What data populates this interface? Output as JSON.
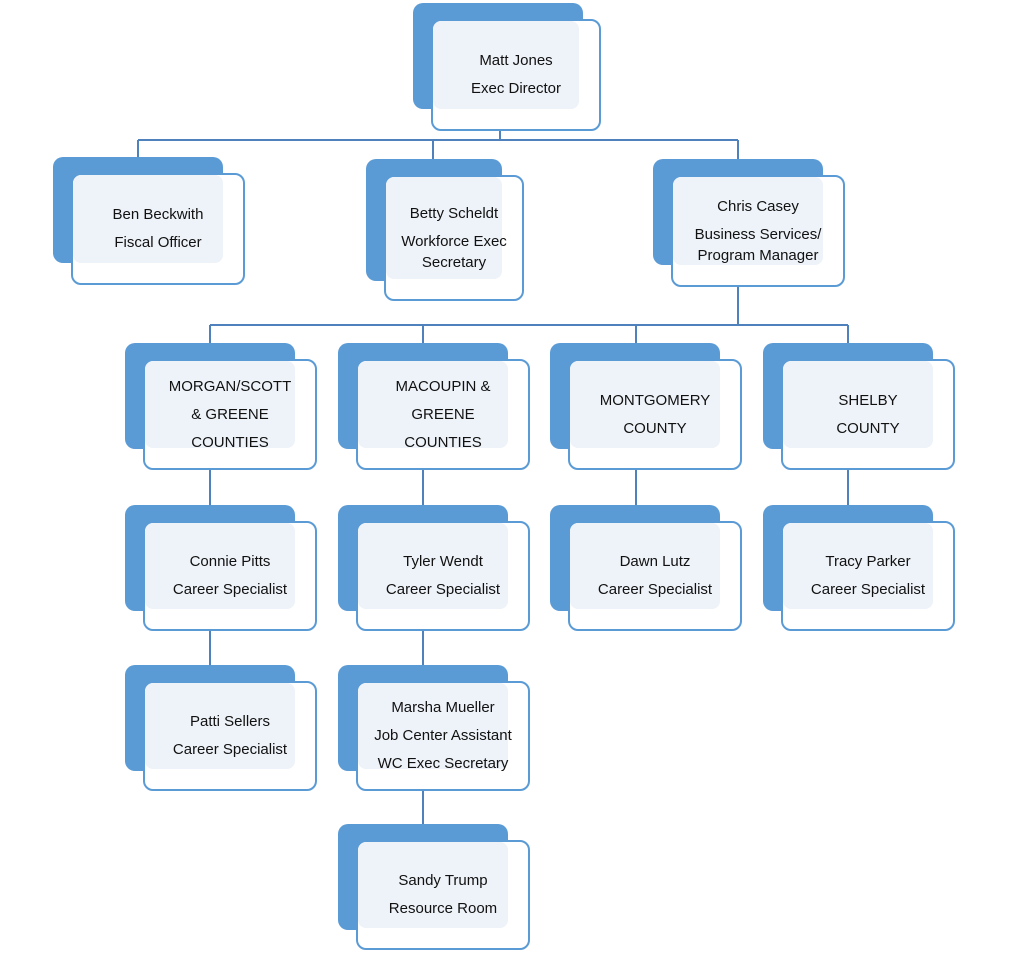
{
  "org_chart": {
    "exec": {
      "name": "Matt Jones",
      "title": "Exec Director"
    },
    "fiscal": {
      "name": "Ben Beckwith",
      "title": "Fiscal Officer"
    },
    "secretary": {
      "name": "Betty Scheldt",
      "title_line1": "Workforce Exec",
      "title_line2": "Secretary"
    },
    "business": {
      "name": "Chris Casey",
      "title_line1": "Business Services/",
      "title_line2": "Program Manager"
    },
    "regions": [
      {
        "line1": "MORGAN/SCOTT",
        "line2": "& GREENE",
        "line3": "COUNTIES"
      },
      {
        "line1": "MACOUPIN &",
        "line2": "GREENE",
        "line3": "COUNTIES"
      },
      {
        "line1": "MONTGOMERY",
        "line2": "COUNTY"
      },
      {
        "line1": "SHELBY",
        "line2": "COUNTY"
      }
    ],
    "staff": {
      "connie": {
        "name": "Connie Pitts",
        "title": "Career Specialist"
      },
      "patti": {
        "name": "Patti Sellers",
        "title": "Career Specialist"
      },
      "tyler": {
        "name": "Tyler Wendt",
        "title": "Career Specialist"
      },
      "marsha": {
        "name": "Marsha Mueller",
        "title_line1": "Job Center Assistant",
        "title_line2": "WC Exec Secretary"
      },
      "sandy": {
        "name": "Sandy Trump",
        "title": "Resource Room"
      },
      "dawn": {
        "name": "Dawn Lutz",
        "title": "Career Specialist"
      },
      "tracy": {
        "name": "Tracy Parker",
        "title": "Career Specialist"
      }
    }
  },
  "colors": {
    "accent": "#5b9bd5",
    "line": "#4f81bd",
    "card_fill": "#eef3f9"
  }
}
